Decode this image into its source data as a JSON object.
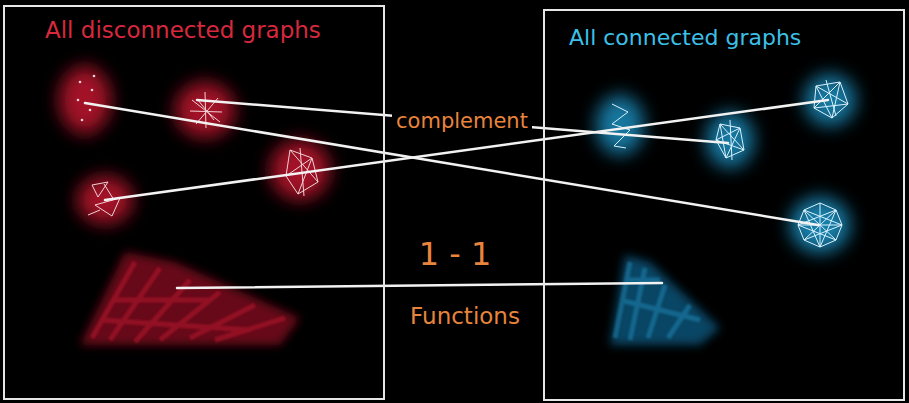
{
  "diagram": {
    "nodes": [
      {
        "text": [
          "All disconnected graphs"
        ]
      },
      {
        "text": [
          "All connected graphs"
        ]
      }
    ],
    "labels": [
      "complement",
      "1 - 1",
      "Functions"
    ]
  }
}
